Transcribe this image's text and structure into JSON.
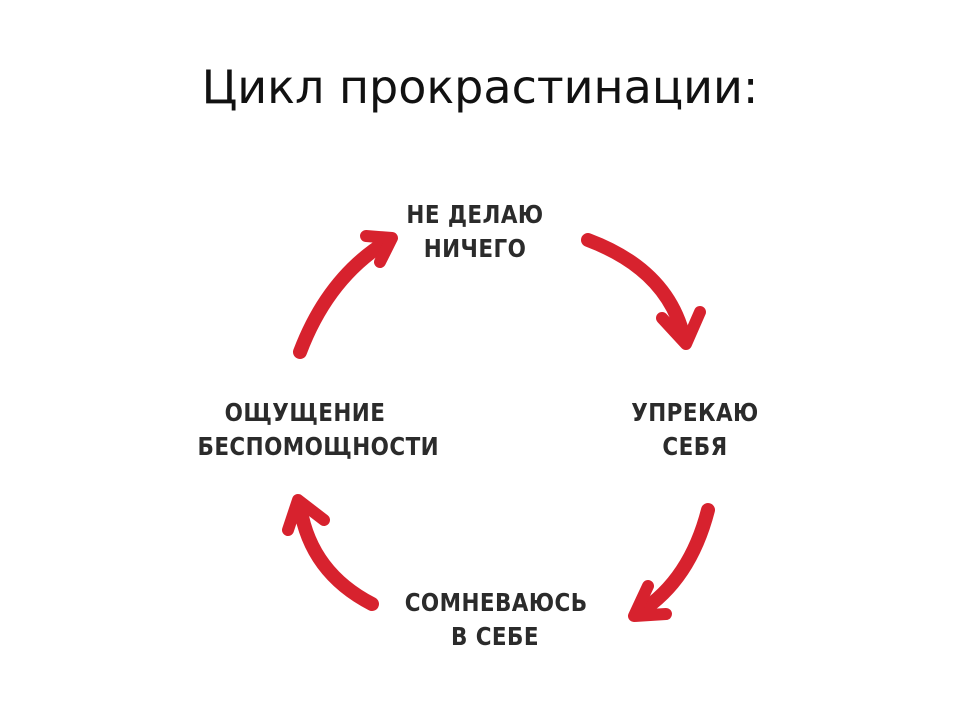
{
  "title": "Цикл прокрастинации:",
  "accent_color": "#d7222e",
  "cycle": {
    "nodes": [
      {
        "id": "top",
        "lines": [
          "НЕ ДЕЛАЮ",
          "НИЧЕГО"
        ]
      },
      {
        "id": "right",
        "lines": [
          "УПРЕКАЮ",
          "СЕБЯ"
        ]
      },
      {
        "id": "bottom",
        "lines": [
          "СОМНЕВАЮСЬ",
          "В СЕБЕ"
        ]
      },
      {
        "id": "left",
        "lines": [
          "ОЩУЩЕНИЕ",
          "БЕСПОМОЩНОСТИ"
        ]
      }
    ],
    "arrows": [
      {
        "from": "top",
        "to": "right"
      },
      {
        "from": "right",
        "to": "bottom"
      },
      {
        "from": "bottom",
        "to": "left"
      },
      {
        "from": "left",
        "to": "top"
      }
    ]
  }
}
